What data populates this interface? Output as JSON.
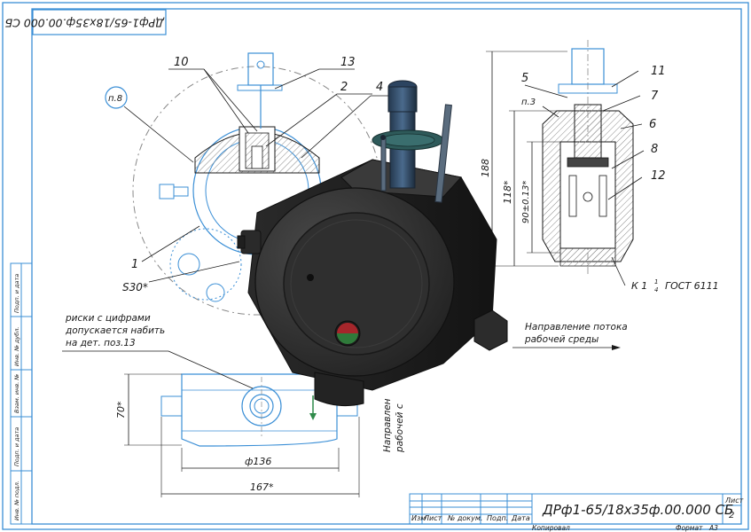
{
  "sheet": {
    "stamp_mirrored": "ДРф1-65/18х35ф.00.000 СБ",
    "designation": "ДРф1-65/18х35ф.00.000 СБ",
    "sheet_label": "Лист",
    "sheet_number": "2",
    "copied_label": "Копировал",
    "format_label": "Формат",
    "format_value": "А3"
  },
  "title_block_cols": [
    "Изм",
    "Лист",
    "№ докум.",
    "Подп.",
    "Дата"
  ],
  "side_strip": [
    "Инв. № подл.",
    "Подп. и дата",
    "Взам. инв. №",
    "Инв. № дубл.",
    "Подп. и дата"
  ],
  "callouts": [
    "10",
    "13",
    "2",
    "4",
    "5",
    "11",
    "7",
    "6",
    "8",
    "12",
    "1"
  ],
  "labels": {
    "view_p8": "п.8",
    "view_p3": "п.3",
    "s30": "S30*",
    "dim_188": "188",
    "dim_118": "118*",
    "dim_90": "90±0.13*",
    "thread": "К 1",
    "thread_frac_num": "1",
    "thread_frac_den": "4",
    "thread_std": "",
    "thread_full": "ГОСТ 6111",
    "dim_70": "70*",
    "dim_136": "ф136",
    "dim_167": "167*",
    "flow_line1": "Направление потока",
    "flow_line2": "рабочей среды",
    "flow_rot_1": "Направлен",
    "flow_rot_2": "рабочей с"
  },
  "note": {
    "line1": "риски с цифрами",
    "line2": "допускается набить",
    "line3": "на дет. поз.13"
  },
  "colors": {
    "frame": "#3b8fd6",
    "lines": "#1a1a1a",
    "hatch": "#8a8a8a",
    "body_dark": "#2b2b2b",
    "handle_blue": "#3a5673"
  }
}
